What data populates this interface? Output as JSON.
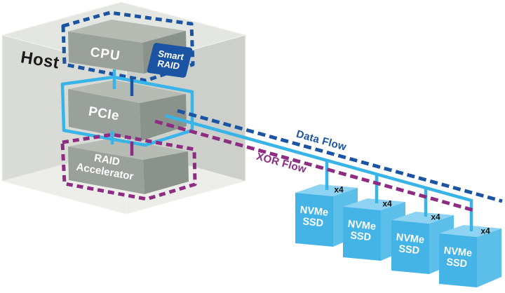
{
  "colors": {
    "dark_blue": "#1b54a3",
    "light_blue": "#38b4e8",
    "purple": "#8e2b82",
    "host_top": "#e4e6e1",
    "host_left": "#d9dbd6",
    "host_right": "#cdd0ca",
    "host_floor": "#edeeea",
    "slab_top": "#b6bcb4",
    "slab_front": "#99a19a",
    "slab_side": "#8a938b",
    "ssd_top": "#8fd3f3",
    "ssd_front": "#44b4e7",
    "ssd_side": "#5cbfea",
    "label_dark": "#1a1a1a",
    "label_light": "#ffffff"
  },
  "host": {
    "label": "Host"
  },
  "components": {
    "cpu": {
      "label": "CPU"
    },
    "smart_raid": {
      "line1": "Smart",
      "line2": "RAID"
    },
    "pcie": {
      "label": "PCIe"
    },
    "raid_accelerator": {
      "line1": "RAID",
      "line2": "Accelerator"
    }
  },
  "flows": {
    "data": {
      "label": "Data Flow"
    },
    "xor": {
      "label": "XOR Flow"
    }
  },
  "ssds": [
    {
      "line1": "NVMe",
      "line2": "SSD",
      "lane_label": "x4"
    },
    {
      "line1": "NVMe",
      "line2": "SSD",
      "lane_label": "x4"
    },
    {
      "line1": "NVMe",
      "line2": "SSD",
      "lane_label": "x4"
    },
    {
      "line1": "NVMe",
      "line2": "SSD",
      "lane_label": "x4"
    }
  ]
}
